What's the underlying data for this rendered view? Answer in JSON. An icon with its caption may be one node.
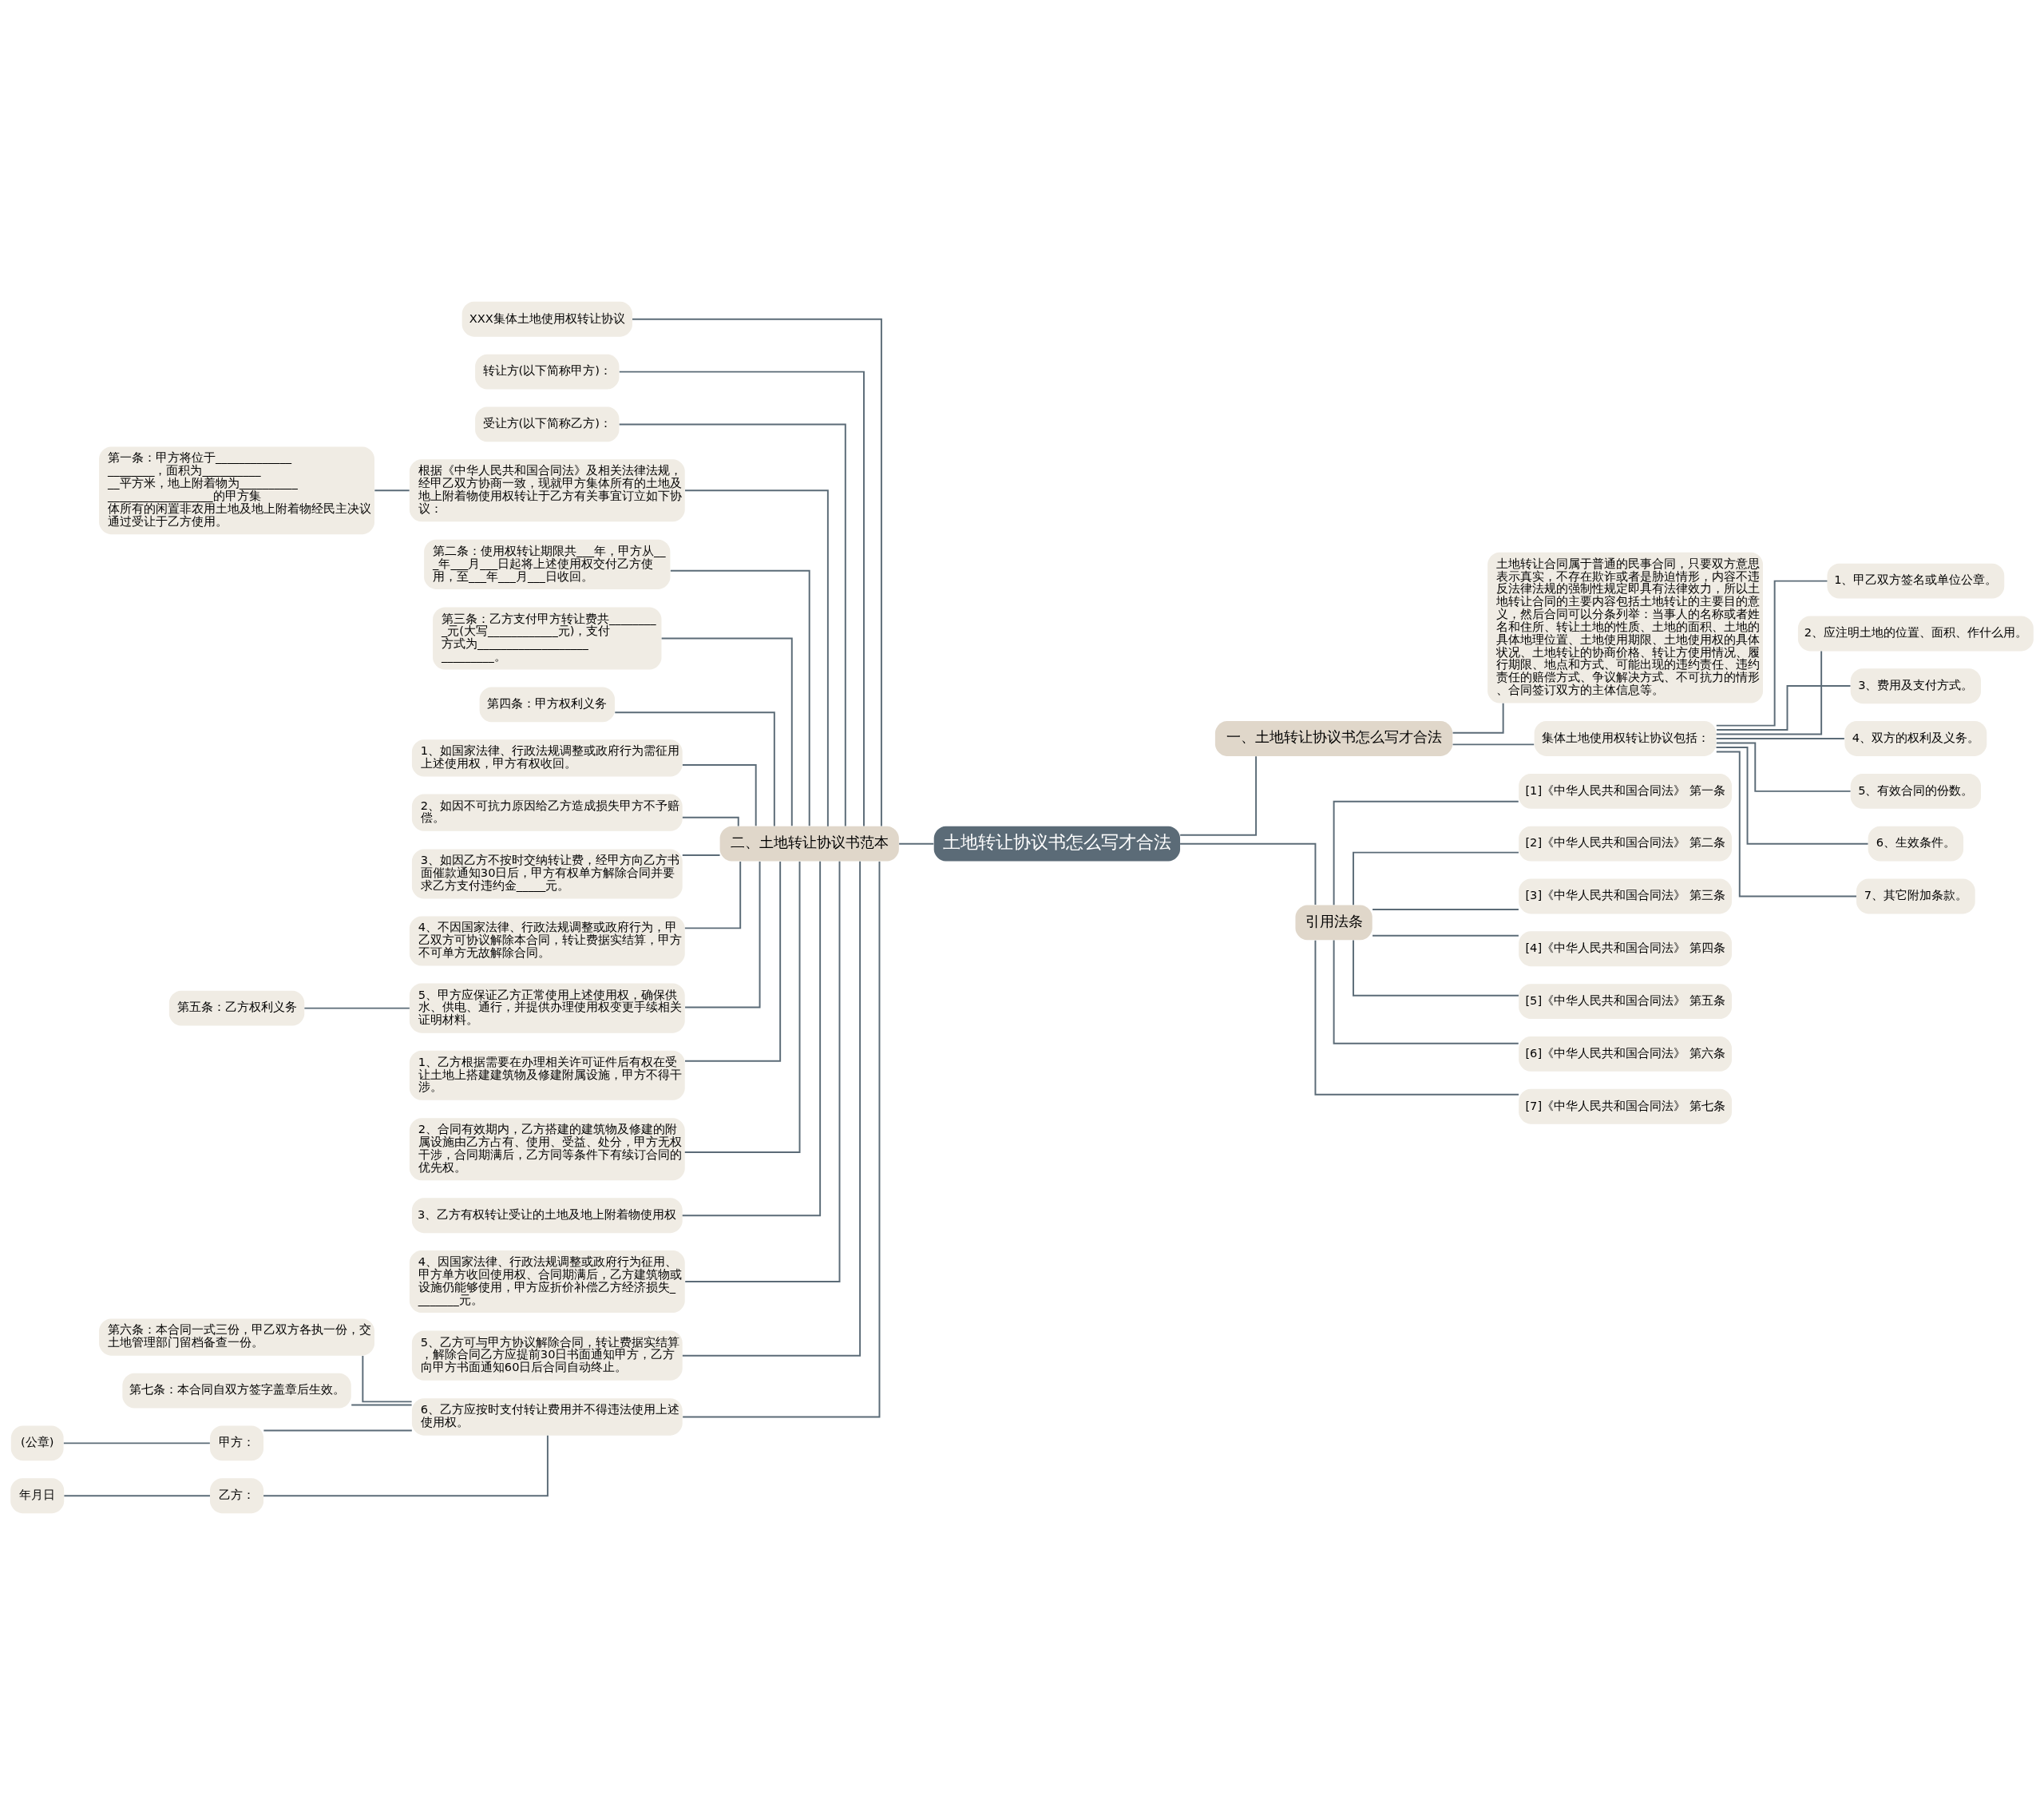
{
  "diagram": {
    "nodes": [
      {
        "text": [
          "土地转让协议书怎么写才合法"
        ]
      },
      {
        "text": [
          "二、土地转让协议书范本"
        ]
      },
      {
        "text": [
          "XXX集体土地使用权转让协议"
        ]
      },
      {
        "text": [
          "转让方(以下简称甲方)："
        ]
      },
      {
        "text": [
          "受让方(以下简称乙方)："
        ]
      },
      {
        "text": [
          "根据《中华人民共和国合同法》及相关法律法规，经甲乙双方协商一致，现就甲方集体所有的土地及地上附着物使用权转让于乙方有关事宜订立如下协议："
        ]
      },
      {
        "text": [
          "第一条：甲方将位于_____________________，面积为____________平方米，地上附着物为____________________________的甲方集体所有的闲置非农用土地及地上附着物经民主决议通过受让于乙方使用。"
        ]
      },
      {
        "text": [
          "第二条：使用权转让期限共___年，甲方从___年___月___日起将上述使用权交付乙方使用，至___年___月___日收回。"
        ]
      },
      {
        "text": [
          "第三条：乙方支付甲方转让费共_________元(大写____________元)，支付方式为____________________________。"
        ]
      },
      {
        "text": [
          "第四条：甲方权利义务"
        ]
      },
      {
        "text": [
          "1、如国家法律、行政法规调整或政府行为需征用上述使用权，甲方有权收回。"
        ]
      },
      {
        "text": [
          "2、如因不可抗力原因给乙方造成损失甲方不予赔偿。"
        ]
      },
      {
        "text": [
          "3、如因乙方不按时交纳转让费，经甲方向乙方书面催款通知30日后，甲方有权单方解除合同并要求乙方支付违约金_____元。"
        ]
      },
      {
        "text": [
          "4、不因国家法律、行政法规调整或政府行为，甲乙双方可协议解除本合同，转让费据实结算，甲方不可单方无故解除合同。"
        ]
      },
      {
        "text": [
          "5、甲方应保证乙方正常使用上述使用权，确保供水、供电、通行，并提供办理使用权变更手续相关证明材料。"
        ]
      },
      {
        "text": [
          "第五条：乙方权利义务"
        ]
      },
      {
        "text": [
          "1、乙方根据需要在办理相关许可证件后有权在受让土地上搭建建筑物及修建附属设施，甲方不得干涉。"
        ]
      },
      {
        "text": [
          "2、合同有效期内，乙方搭建的建筑物及修建的附属设施由乙方占有、使用、受益、处分，甲方无权干涉，合同期满后，乙方同等条件下有续订合同的优先权。"
        ]
      },
      {
        "text": [
          "3、乙方有权转让受让的土地及地上附着物使用权"
        ]
      },
      {
        "text": [
          "4、因国家法律、行政法规调整或政府行为征用、甲方单方收回使用权、合同期满后，乙方建筑物或设施仍能够使用，甲方应折价补偿乙方经济损失________元。"
        ]
      },
      {
        "text": [
          "5、乙方可与甲方协议解除合同，转让费据实结算，解除合同乙方应提前30日书面通知甲方，乙方向甲方书面通知60日后合同自动终止。"
        ]
      },
      {
        "text": [
          "6、乙方应按时支付转让费用并不得违法使用上述使用权。"
        ]
      },
      {
        "text": [
          "第六条：本合同一式三份，甲乙双方各执一份，交土地管理部门留档备查一份。"
        ]
      },
      {
        "text": [
          "第七条：本合同自双方签字盖章后生效。"
        ]
      },
      {
        "text": [
          "甲方："
        ]
      },
      {
        "text": [
          "(公章)"
        ]
      },
      {
        "text": [
          "乙方："
        ]
      },
      {
        "text": [
          "年月日"
        ]
      },
      {
        "text": [
          "一、土地转让协议书怎么写才合法"
        ]
      },
      {
        "text": [
          "土地转让合同属于普通的民事合同，只要双方意思表示真实，不存在欺诈或者是胁迫情形，内容不违反法律法规的强制性规定即具有法律效力，所以土地转让合同的主要内容包括土地转让的主要目的意义，然后合同可以分条列举：当事人的名称或者姓名和住所、转让土地的性质、土地的面积、土地的具体地理位置、土地使用期限、土地使用权的具体状况、土地转让的协商价格、转让方使用情况、履行期限、地点和方式、可能出现的违约责任、违约责任的赔偿方式、争议解决方式、不可抗力的情形、合同签订双方的主体信息等。"
        ]
      },
      {
        "text": [
          "集体土地使用权转让协议包括："
        ]
      },
      {
        "text": [
          "1、甲乙双方签名或单位公章。"
        ]
      },
      {
        "text": [
          "2、应注明土地的位置、面积、作什么用。"
        ]
      },
      {
        "text": [
          "3、费用及支付方式。"
        ]
      },
      {
        "text": [
          "4、双方的权利及义务。"
        ]
      },
      {
        "text": [
          "5、有效合同的份数。"
        ]
      },
      {
        "text": [
          "6、生效条件。"
        ]
      },
      {
        "text": [
          "7、其它附加条款。"
        ]
      },
      {
        "text": [
          "引用法条"
        ]
      },
      {
        "text": [
          "[1]《中华人民共和国合同法》 第一条"
        ]
      },
      {
        "text": [
          "[2]《中华人民共和国合同法》 第二条"
        ]
      },
      {
        "text": [
          "[3]《中华人民共和国合同法》 第三条"
        ]
      },
      {
        "text": [
          "[4]《中华人民共和国合同法》 第四条"
        ]
      },
      {
        "text": [
          "[5]《中华人民共和国合同法》 第五条"
        ]
      },
      {
        "text": [
          "[6]《中华人民共和国合同法》 第六条"
        ]
      },
      {
        "text": [
          "[7]《中华人民共和国合同法》 第七条"
        ]
      }
    ],
    "edges": [
      {
        "from": 0,
        "to": 1,
        "arrow": "none"
      },
      {
        "from": 1,
        "to": 2,
        "arrow": "none"
      },
      {
        "from": 1,
        "to": 3,
        "arrow": "none"
      },
      {
        "from": 1,
        "to": 4,
        "arrow": "none"
      },
      {
        "from": 1,
        "to": 5,
        "arrow": "none"
      },
      {
        "from": 5,
        "to": 6,
        "arrow": "none"
      },
      {
        "from": 1,
        "to": 7,
        "arrow": "none"
      },
      {
        "from": 1,
        "to": 8,
        "arrow": "none"
      },
      {
        "from": 1,
        "to": 9,
        "arrow": "none"
      },
      {
        "from": 1,
        "to": 10,
        "arrow": "none"
      },
      {
        "from": 1,
        "to": 11,
        "arrow": "none"
      },
      {
        "from": 1,
        "to": 12,
        "arrow": "none"
      },
      {
        "from": 1,
        "to": 13,
        "arrow": "none"
      },
      {
        "from": 1,
        "to": 14,
        "arrow": "none"
      },
      {
        "from": 14,
        "to": 15,
        "arrow": "none"
      },
      {
        "from": 1,
        "to": 16,
        "arrow": "none"
      },
      {
        "from": 1,
        "to": 17,
        "arrow": "none"
      },
      {
        "from": 1,
        "to": 18,
        "arrow": "none"
      },
      {
        "from": 1,
        "to": 19,
        "arrow": "none"
      },
      {
        "from": 1,
        "to": 20,
        "arrow": "none"
      },
      {
        "from": 1,
        "to": 21,
        "arrow": "none"
      },
      {
        "from": 21,
        "to": 22,
        "arrow": "none"
      },
      {
        "from": 21,
        "to": 23,
        "arrow": "none"
      },
      {
        "from": 21,
        "to": 24,
        "arrow": "none"
      },
      {
        "from": 24,
        "to": 25,
        "arrow": "none"
      },
      {
        "from": 21,
        "to": 26,
        "arrow": "none"
      },
      {
        "from": 26,
        "to": 27,
        "arrow": "none"
      },
      {
        "from": 0,
        "to": 28,
        "arrow": "none"
      },
      {
        "from": 28,
        "to": 29,
        "arrow": "none"
      },
      {
        "from": 28,
        "to": 30,
        "arrow": "none"
      },
      {
        "from": 30,
        "to": 31,
        "arrow": "none"
      },
      {
        "from": 30,
        "to": 32,
        "arrow": "none"
      },
      {
        "from": 30,
        "to": 33,
        "arrow": "none"
      },
      {
        "from": 30,
        "to": 34,
        "arrow": "none"
      },
      {
        "from": 30,
        "to": 35,
        "arrow": "none"
      },
      {
        "from": 30,
        "to": 36,
        "arrow": "none"
      },
      {
        "from": 30,
        "to": 37,
        "arrow": "none"
      },
      {
        "from": 0,
        "to": 38,
        "arrow": "none"
      },
      {
        "from": 38,
        "to": 39,
        "arrow": "none"
      },
      {
        "from": 38,
        "to": 40,
        "arrow": "none"
      },
      {
        "from": 38,
        "to": 41,
        "arrow": "none"
      },
      {
        "from": 38,
        "to": 42,
        "arrow": "none"
      },
      {
        "from": 38,
        "to": 43,
        "arrow": "none"
      },
      {
        "from": 38,
        "to": 44,
        "arrow": "none"
      },
      {
        "from": 38,
        "to": 45,
        "arrow": "none"
      }
    ]
  }
}
